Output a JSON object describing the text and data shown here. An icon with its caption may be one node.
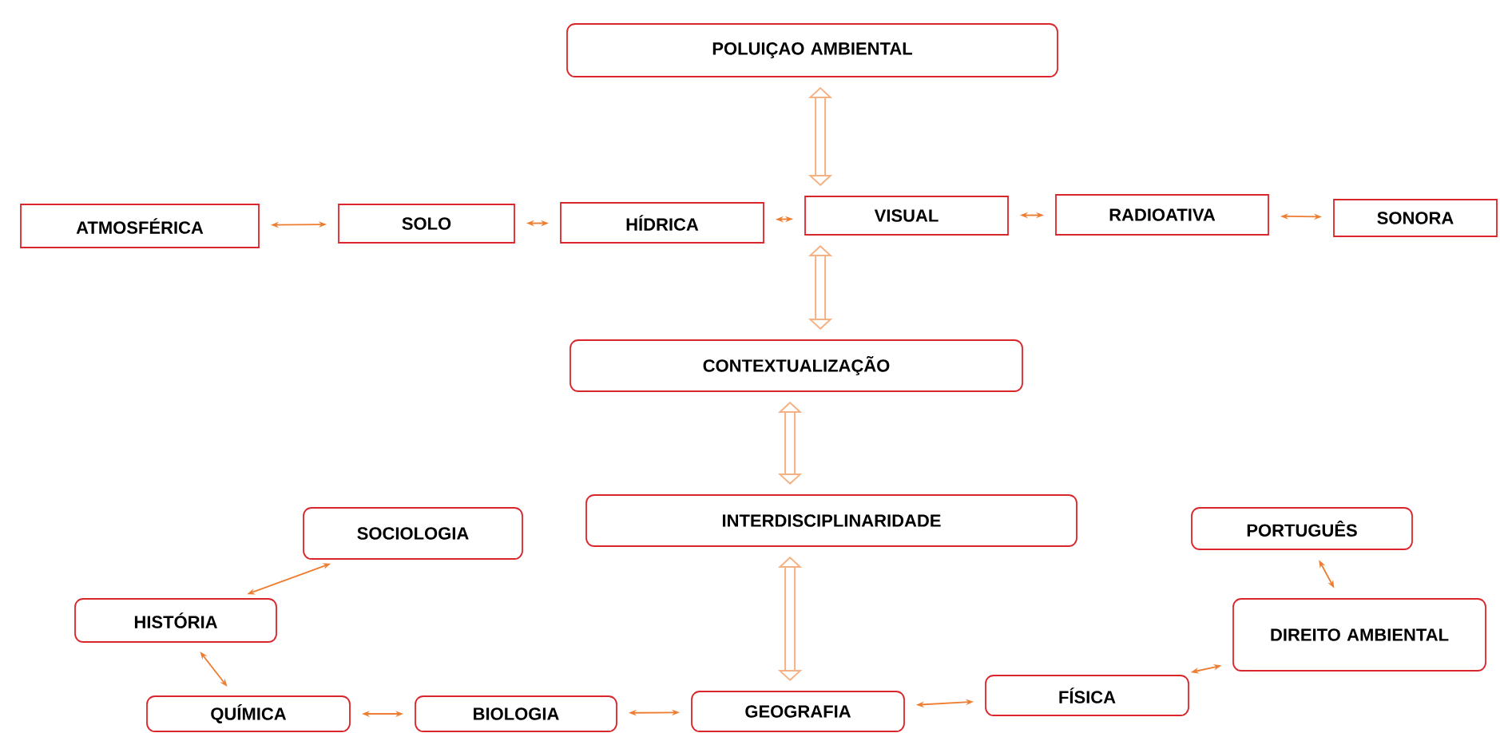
{
  "diagram": {
    "nodes": [
      {
        "text": [
          "POLUIÇAO AMBIENTAL"
        ]
      },
      {
        "text": [
          "ATMOSFÉRICA"
        ]
      },
      {
        "text": [
          "SOLO"
        ]
      },
      {
        "text": [
          "HÍDRICA"
        ]
      },
      {
        "text": [
          "VISUAL"
        ]
      },
      {
        "text": [
          "RADIOATIVA"
        ]
      },
      {
        "text": [
          "SONORA"
        ]
      },
      {
        "text": [
          "CONTEXTUALIZAÇÃO"
        ]
      },
      {
        "text": [
          "INTERDISCIPLINARIDADE"
        ]
      },
      {
        "text": [
          "SOCIOLOGIA"
        ]
      },
      {
        "text": [
          "PORTUGUÊS"
        ]
      },
      {
        "text": [
          "HISTÓRIA"
        ]
      },
      {
        "text": [
          "DIREITO AMBIENTAL"
        ]
      },
      {
        "text": [
          "QUÍMICA"
        ]
      },
      {
        "text": [
          "BIOLOGIA"
        ]
      },
      {
        "text": [
          "GEOGRAFIA"
        ]
      },
      {
        "text": [
          "FÍSICA"
        ]
      }
    ],
    "edges": [
      {
        "from": 0,
        "to": 4,
        "arrow": "both",
        "style": "thick"
      },
      {
        "from": 1,
        "to": 2,
        "arrow": "both"
      },
      {
        "from": 2,
        "to": 3,
        "arrow": "both"
      },
      {
        "from": 3,
        "to": 4,
        "arrow": "both"
      },
      {
        "from": 4,
        "to": 5,
        "arrow": "both"
      },
      {
        "from": 5,
        "to": 6,
        "arrow": "both"
      },
      {
        "from": 4,
        "to": 7,
        "arrow": "both",
        "style": "thick"
      },
      {
        "from": 7,
        "to": 8,
        "arrow": "both",
        "style": "thick"
      },
      {
        "from": 8,
        "to": 15,
        "arrow": "both",
        "style": "thick"
      },
      {
        "from": 9,
        "to": 11,
        "arrow": "both"
      },
      {
        "from": 11,
        "to": 13,
        "arrow": "both"
      },
      {
        "from": 13,
        "to": 14,
        "arrow": "both"
      },
      {
        "from": 14,
        "to": 15,
        "arrow": "both"
      },
      {
        "from": 15,
        "to": 16,
        "arrow": "both"
      },
      {
        "from": 16,
        "to": 12,
        "arrow": "both"
      },
      {
        "from": 12,
        "to": 10,
        "arrow": "both"
      }
    ]
  }
}
